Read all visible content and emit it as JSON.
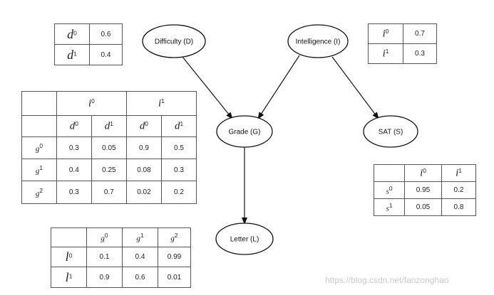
{
  "nodes": {
    "difficulty": "Difficulty (D)",
    "intelligence": "Intelligence (I)",
    "grade": "Grade (G)",
    "sat": "SAT (S)",
    "letter": "Letter (L)"
  },
  "cpt_d": {
    "rows": [
      {
        "label": "d",
        "sup": "0",
        "value": "0.6"
      },
      {
        "label": "d",
        "sup": "1",
        "value": "0.4"
      }
    ]
  },
  "cpt_i": {
    "rows": [
      {
        "label": "i",
        "sup": "0",
        "value": "0.7"
      },
      {
        "label": "i",
        "sup": "1",
        "value": "0.3"
      }
    ]
  },
  "cpt_g": {
    "i_headers": [
      {
        "label": "i",
        "sup": "0"
      },
      {
        "label": "i",
        "sup": "1"
      }
    ],
    "d_headers": [
      {
        "label": "d",
        "sup": "0"
      },
      {
        "label": "d",
        "sup": "1"
      },
      {
        "label": "d",
        "sup": "0"
      },
      {
        "label": "d",
        "sup": "1"
      }
    ],
    "rows": [
      {
        "label": "g",
        "sup": "0",
        "values": [
          "0.3",
          "0.05",
          "0.9",
          "0.5"
        ]
      },
      {
        "label": "g",
        "sup": "1",
        "values": [
          "0.4",
          "0.25",
          "0.08",
          "0.3"
        ]
      },
      {
        "label": "g",
        "sup": "2",
        "values": [
          "0.3",
          "0.7",
          "0.02",
          "0.2"
        ]
      }
    ]
  },
  "cpt_s": {
    "headers": [
      {
        "label": "i",
        "sup": "0"
      },
      {
        "label": "i",
        "sup": "1"
      }
    ],
    "rows": [
      {
        "label": "s",
        "sup": "0",
        "values": [
          "0.95",
          "0.2"
        ]
      },
      {
        "label": "s",
        "sup": "1",
        "values": [
          "0.05",
          "0.8"
        ]
      }
    ]
  },
  "cpt_l": {
    "headers": [
      {
        "label": "g",
        "sup": "0"
      },
      {
        "label": "g",
        "sup": "1"
      },
      {
        "label": "g",
        "sup": "2"
      }
    ],
    "rows": [
      {
        "label": "l",
        "sup": "0",
        "values": [
          "0.1",
          "0.4",
          "0.99"
        ]
      },
      {
        "label": "l",
        "sup": "1",
        "values": [
          "0.9",
          "0.6",
          "0.01"
        ]
      }
    ]
  },
  "watermark": "https://blog.csdn.net/fanzonghao"
}
